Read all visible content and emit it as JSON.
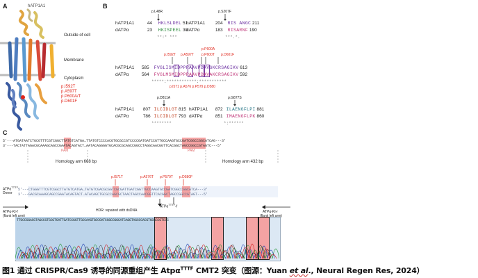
{
  "panel_a": {
    "letter": "A",
    "protein_label": "hATP1A1",
    "outside_label": "Outside of cell",
    "membrane_label": "Membrane",
    "cytoplasm_label": "Cytoplasm",
    "mutations": [
      "p.I592T",
      "p.A597T",
      "p.P600A/T",
      "p.D601F"
    ]
  },
  "panel_b": {
    "letter": "B",
    "align1": {
      "mut_label": "p.L48R",
      "h_name": "hATP1A1",
      "h_start": "44",
      "h_seq": "HKLSLDEL",
      "h_end": "51",
      "d_name": "dATPα",
      "d_start": "23",
      "d_seq": "HKISPEEL",
      "d_end": "30",
      "stars": "**:* ***"
    },
    "align2": {
      "mut_label": "p.S207F",
      "h_start": "204",
      "h_seq": "RIS ANGC",
      "h_end": "211",
      "d_start": "183",
      "d_seq": "RISARNF",
      "d_end": "190",
      "stars": "***.*."
    },
    "align3": {
      "top_mutations": [
        "p.P600A",
        "p.I592T",
        "p.A597T",
        "p.P600T",
        "p.D601F"
      ],
      "h_start": "585",
      "h_seq": "FVGLISMIDPPRAAVPDAVGKCRSAGIKV",
      "h_end": "613",
      "d_start": "564",
      "d_seq": "FVGLMSMIDPPRAAVPDAVAKCRSAGIKV",
      "d_end": "592",
      "stars": "*****:************:***********",
      "bottom_mutations": [
        "p.I571",
        "p.A576",
        "p.P579",
        "p.D580"
      ]
    },
    "align4": {
      "mut_label": "p.D811A",
      "h_start": "807",
      "h_seq": "ILCIDLGT",
      "h_end": "815",
      "d_start": "786",
      "d_seq": "ILCIDLGT",
      "d_end": "793",
      "stars": "********"
    },
    "align5": {
      "mut_label": "p.G877S",
      "h_start": "872",
      "h_seq": "ILAENGFLPI",
      "h_end": "881",
      "d_start": "851",
      "d_seq": "IMAENGFLPK",
      "d_end": "860",
      "stars": "*:******"
    }
  },
  "panel_c": {
    "letter": "C",
    "wt_top": "5'---ATGATAATCTGCGTTTCGTCGGCTTATGTCATGA…TTATGTCCCCACGTGCGCCGTCCCCGATGATCCGTTGCCAAGTGCCGATCGGCCGGCATCAG---3'",
    "wt_bottom": "3'---TACTATTAGACGCAAAGCAGCCGAATACAGTACT…AATACAGGGGTGCACGCGCAGCCGGCCTAGGCAACGGTTCACGGCTAGCCGGCCGTAGTC---5'",
    "pam1": "PAM",
    "pam2": "PAM",
    "homology_left": "Homology arm 668 bp",
    "homology_right": "Homology arm 432 bp",
    "donor_mutations": [
      "p.I571T",
      "p.A576T",
      "p.P579T",
      "p.D580F"
    ],
    "donor_label_a": "ATPα",
    "donor_label_a_sup": "TTTF",
    "donor_label_b": "Donor",
    "donor_top": "5'---CTGGGTTTCGTCGGCTTATGTCATGA…TATGTCGACGCGGTCGCGATTGATCGGTTGCCAAGTGCCGATCGGCCGGCATCA---3'",
    "donor_bottom": "3'---GACGCAAAGCAGCCGAATACAGTACT…ATACAGCTGCGCCAGCGCTAACTAGCCAACGGTTCACGGCTAGCCGGCCGTAGT---5'",
    "primer_left": "ATPα-KI-f",
    "primer_left_note": "(flank left arm)",
    "primer_right": "ATPα-KI-r",
    "primer_right_note": "(flank left arm)",
    "hdr_label": "HDR: repaired with dsDNA",
    "allele_label": "ATPα",
    "allele_sup": "TTTF",
    "allele_suffix": "-f",
    "chrom_bases": "TTGCCGGACGTAGCCGTGCGTGATTGATCCGGTTGCCAAGTGCCGATCGGCCGGCATCAGGTAGCCCACGTGCGCCGTCCC"
  },
  "caption": {
    "prefix": "图1 通过 CRISPR/Cas9 诱导的同源重组产生 Atpα",
    "sup": "TTTF",
    "mid": " CMT2 突变（图源：Yuan ",
    "etal": "et al",
    "suffix": "., Neural Regen Res, 2024）"
  },
  "colors": {
    "highlight_red": "#f4a3a3",
    "chrom_bg_blue": "#bcd4ea",
    "mutation_red": "#e0261b"
  }
}
